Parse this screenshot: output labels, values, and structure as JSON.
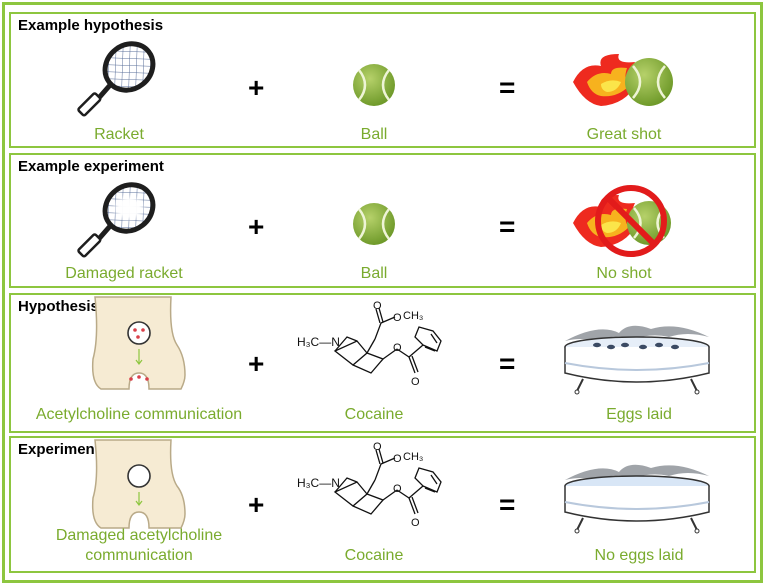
{
  "colors": {
    "accent_green": "#8dc63f",
    "label_green": "#7aab2e"
  },
  "operators": {
    "plus": "+",
    "equals": "="
  },
  "panels": [
    {
      "title": "Example hypothesis",
      "left_label": "Racket",
      "middle_label": "Ball",
      "right_label": "Great shot",
      "icons": [
        "tennis-racket-icon",
        "tennis-ball-icon",
        "flaming-ball-icon"
      ]
    },
    {
      "title": "Example experiment",
      "left_label": "Damaged racket",
      "middle_label": "Ball",
      "right_label": "No shot",
      "icons": [
        "damaged-racket-icon",
        "tennis-ball-icon",
        "prohibited-flaming-ball-icon"
      ]
    },
    {
      "title": "Hypothesis",
      "left_label": "Acetylcholine communication",
      "middle_label": "Cocaine",
      "right_label": "Eggs laid",
      "icons": [
        "synapse-vesicles-icon",
        "cocaine-molecule-icon",
        "dish-with-eggs-icon"
      ]
    },
    {
      "title": "Experiment",
      "left_label_line1": "Damaged acetylcholine",
      "left_label_line2": "communication",
      "middle_label": "Cocaine",
      "right_label": "No eggs laid",
      "icons": [
        "synapse-empty-icon",
        "cocaine-molecule-icon",
        "empty-dish-icon"
      ]
    }
  ],
  "molecule": {
    "n_group": "H₃C—N",
    "ester_group": "CH₃"
  }
}
